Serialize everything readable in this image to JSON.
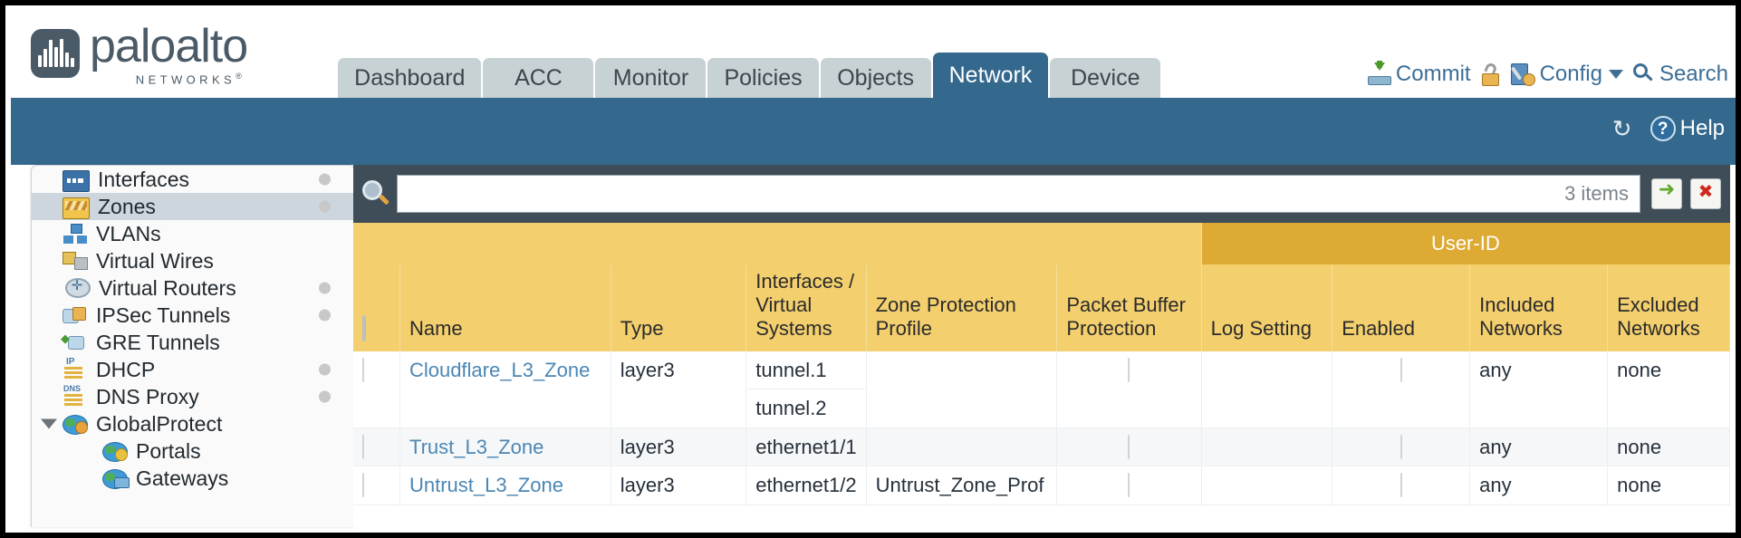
{
  "brand": {
    "name": "paloalto",
    "tagline": "NETWORKS",
    "registered": "®"
  },
  "tabs": [
    {
      "label": "Dashboard",
      "active": false
    },
    {
      "label": "ACC",
      "active": false
    },
    {
      "label": "Monitor",
      "active": false
    },
    {
      "label": "Policies",
      "active": false
    },
    {
      "label": "Objects",
      "active": false
    },
    {
      "label": "Network",
      "active": true
    },
    {
      "label": "Device",
      "active": false
    }
  ],
  "top_actions": {
    "commit": "Commit",
    "config": "Config",
    "search": "Search"
  },
  "band_actions": {
    "help": "Help",
    "refresh_icon": "↻",
    "help_icon": "?"
  },
  "sidebar": {
    "items": [
      {
        "label": "Interfaces",
        "icon": "interfaces-icon",
        "selected": false,
        "dot": true,
        "child": false,
        "expander": false
      },
      {
        "label": "Zones",
        "icon": "zones-icon",
        "selected": true,
        "dot": true,
        "child": false,
        "expander": false
      },
      {
        "label": "VLANs",
        "icon": "vlans-icon",
        "selected": false,
        "dot": false,
        "child": false,
        "expander": false
      },
      {
        "label": "Virtual Wires",
        "icon": "virtual-wires-icon",
        "selected": false,
        "dot": false,
        "child": false,
        "expander": false
      },
      {
        "label": "Virtual Routers",
        "icon": "virtual-routers-icon",
        "selected": false,
        "dot": true,
        "child": false,
        "expander": false
      },
      {
        "label": "IPSec Tunnels",
        "icon": "ipsec-tunnels-icon",
        "selected": false,
        "dot": true,
        "child": false,
        "expander": false
      },
      {
        "label": "GRE Tunnels",
        "icon": "gre-tunnels-icon",
        "selected": false,
        "dot": false,
        "child": false,
        "expander": false
      },
      {
        "label": "DHCP",
        "icon": "dhcp-icon",
        "selected": false,
        "dot": true,
        "child": false,
        "expander": false
      },
      {
        "label": "DNS Proxy",
        "icon": "dns-proxy-icon",
        "selected": false,
        "dot": true,
        "child": false,
        "expander": false
      },
      {
        "label": "GlobalProtect",
        "icon": "globalprotect-icon",
        "selected": false,
        "dot": false,
        "child": false,
        "expander": true
      },
      {
        "label": "Portals",
        "icon": "portals-icon",
        "selected": false,
        "dot": false,
        "child": true,
        "expander": false
      },
      {
        "label": "Gateways",
        "icon": "gateways-icon",
        "selected": false,
        "dot": false,
        "child": true,
        "expander": false
      }
    ]
  },
  "search": {
    "value": "",
    "placeholder": "",
    "item_count": "3 items"
  },
  "table": {
    "group_header": "User-ID",
    "columns": [
      "Name",
      "Type",
      "Interfaces / Virtual Systems",
      "Zone Protection Profile",
      "Packet Buffer Protection",
      "Log Setting",
      "Enabled",
      "Included Networks",
      "Excluded Networks"
    ],
    "rows": [
      {
        "name": "Cloudflare_L3_Zone",
        "type": "layer3",
        "interfaces": [
          "tunnel.1",
          "tunnel.2"
        ],
        "zone_protection_profile": "",
        "packet_buffer_protection": false,
        "log_setting": "",
        "userid_enabled": false,
        "included_networks": "any",
        "excluded_networks": "none"
      },
      {
        "name": "Trust_L3_Zone",
        "type": "layer3",
        "interfaces": [
          "ethernet1/1"
        ],
        "zone_protection_profile": "",
        "packet_buffer_protection": false,
        "log_setting": "",
        "userid_enabled": false,
        "included_networks": "any",
        "excluded_networks": "none"
      },
      {
        "name": "Untrust_L3_Zone",
        "type": "layer3",
        "interfaces": [
          "ethernet1/2"
        ],
        "zone_protection_profile": "Untrust_Zone_Prof",
        "packet_buffer_protection": false,
        "log_setting": "",
        "userid_enabled": false,
        "included_networks": "any",
        "excluded_networks": "none"
      }
    ]
  },
  "colors": {
    "brand_blue": "#34688d",
    "header_gold": "#f3cf6e",
    "group_gold": "#ddaa33",
    "link_blue": "#4b87b5",
    "panel_dark": "#3e4d57"
  }
}
